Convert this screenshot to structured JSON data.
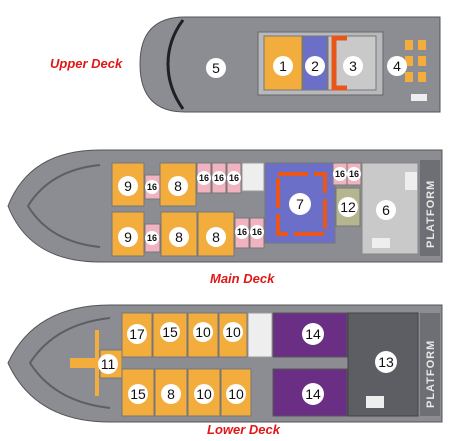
{
  "decks": {
    "upper": {
      "label": "Upper Deck"
    },
    "main": {
      "label": "Main Deck",
      "platform": "PLATFORM"
    },
    "lower": {
      "label": "Lower Deck",
      "platform": "PLATFORM"
    }
  },
  "rooms": {
    "upper": [
      "5",
      "1",
      "2",
      "3",
      "4"
    ],
    "main": [
      "9",
      "16",
      "8",
      "16",
      "16",
      "16",
      "7",
      "16",
      "16",
      "12",
      "6",
      "9",
      "16",
      "8",
      "8",
      "16",
      "16"
    ],
    "lower": [
      "17",
      "15",
      "10",
      "10",
      "14",
      "11",
      "13",
      "15",
      "8",
      "10",
      "10",
      "14"
    ]
  },
  "colors": {
    "hull": "#8c8d93",
    "hull_dark": "#5d5e63",
    "cabin_orange": "#f2ad3c",
    "cabin_pink": "#f2b3c0",
    "lounge_blue": "#6b6fc8",
    "suite_purple": "#6a2e85",
    "bar_red": "#e8561a",
    "engine_gray": "#cfcfcf",
    "deck_label_red": "#e01818"
  }
}
